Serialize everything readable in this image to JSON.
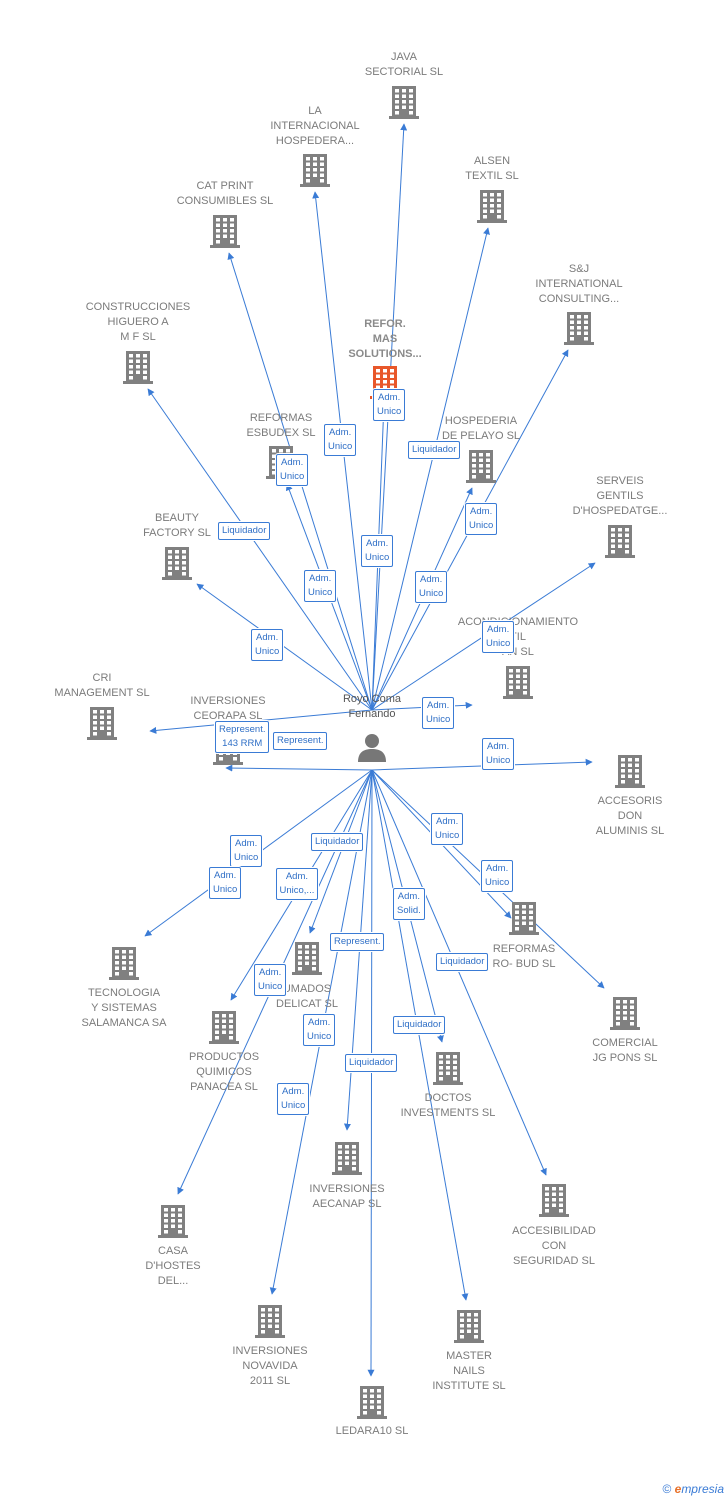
{
  "center": {
    "name": "Royo Coma\nFernando"
  },
  "colors": {
    "edge": "#3a7bd5",
    "building": "#808080",
    "focus": "#e8572a",
    "label": "#7b7b7b"
  },
  "footer": {
    "copyright": "©",
    "brand_first": "e",
    "brand_rest": "mpresia"
  },
  "nodes": [
    {
      "id": "java",
      "label": "JAVA\nSECTORIAL SL",
      "focus": false
    },
    {
      "id": "la_internacional",
      "label": "LA\nINTERNACIONAL\nHOSPEDERA...",
      "focus": false
    },
    {
      "id": "alsen",
      "label": "ALSEN\nTEXTIL SL",
      "focus": false
    },
    {
      "id": "cat_print",
      "label": "CAT PRINT\nCONSUMIBLES SL",
      "focus": false
    },
    {
      "id": "sj",
      "label": "S&J\nINTERNATIONAL\nCONSULTING...",
      "focus": false
    },
    {
      "id": "construcciones",
      "label": "CONSTRUCCIONES\nHIGUERO A\nM F SL",
      "focus": false
    },
    {
      "id": "refor_mas",
      "label": "REFOR.\nMAS\nSOLUTIONS...",
      "focus": true
    },
    {
      "id": "reformas_esbudex",
      "label": "REFORMAS\nESBUDEX  SL",
      "focus": false
    },
    {
      "id": "hospederia",
      "label": "HOSPEDERIA\nDE PELAYO  SL",
      "focus": false
    },
    {
      "id": "serveis",
      "label": "SERVEIS\nGENTILS\nD'HOSPEDATGE...",
      "focus": false
    },
    {
      "id": "beauty",
      "label": "BEAUTY\nFACTORY  SL",
      "focus": false
    },
    {
      "id": "acondicionamiento",
      "label": "ACONDICIONAMIENTO\nTIL\nAN SL",
      "focus": false
    },
    {
      "id": "cri",
      "label": "CRI\nMANAGEMENT SL",
      "focus": false
    },
    {
      "id": "ceorapa",
      "label": "INVERSIONES\nCEORAPA  SL",
      "focus": false
    },
    {
      "id": "accesoris",
      "label": "ACCESORIS\nDON\nALUMINIS SL",
      "focus": false
    },
    {
      "id": "reformas_bud",
      "label": "REFORMAS\nRO- BUD  SL",
      "focus": false
    },
    {
      "id": "tecnologia",
      "label": "TECNOLOGIA\nY SISTEMAS\nSALAMANCA SA",
      "focus": false
    },
    {
      "id": "ahumados",
      "label": "UMADOS\nDELICAT SL",
      "focus": false
    },
    {
      "id": "comercial",
      "label": "COMERCIAL\nJG PONS  SL",
      "focus": false
    },
    {
      "id": "productos",
      "label": "PRODUCTOS\nQUIMICOS\nPANACEA  SL",
      "focus": false
    },
    {
      "id": "doctos",
      "label": "DOCTOS\nINVESTMENTS SL",
      "focus": false
    },
    {
      "id": "aecanap",
      "label": "INVERSIONES\nAECANAP  SL",
      "focus": false
    },
    {
      "id": "accesibilidad",
      "label": "ACCESIBILIDAD\nCON\nSEGURIDAD SL",
      "focus": false
    },
    {
      "id": "casa",
      "label": "CASA\nD'HOSTES\nDEL...",
      "focus": false
    },
    {
      "id": "novavida",
      "label": "INVERSIONES\nNOVAVIDA\n2011 SL",
      "focus": false
    },
    {
      "id": "master",
      "label": "MASTER\nNAILS\nINSTITUTE SL",
      "focus": false
    },
    {
      "id": "ledara",
      "label": "LEDARA10 SL",
      "focus": false
    }
  ],
  "relations": [
    {
      "id": "r_refor",
      "label": "Adm.\nUnico"
    },
    {
      "id": "r_lainter",
      "label": "Adm.\nUnico"
    },
    {
      "id": "r_esbudex",
      "label": "Adm.\nUnico"
    },
    {
      "id": "r_hospederia_liq",
      "label": "Liquidador"
    },
    {
      "id": "r_hospederia",
      "label": "Adm.\nUnico"
    },
    {
      "id": "r_beauty",
      "label": "Liquidador"
    },
    {
      "id": "r_java",
      "label": "Adm.\nUnico"
    },
    {
      "id": "r_catprint",
      "label": "Adm.\nUnico"
    },
    {
      "id": "r_alsen",
      "label": "Adm.\nUnico"
    },
    {
      "id": "r_construcciones",
      "label": "Adm.\nUnico"
    },
    {
      "id": "r_serveis",
      "label": "Adm.\nUnico"
    },
    {
      "id": "r_acond",
      "label": "Adm.\nUnico"
    },
    {
      "id": "r_ceorapa_rep",
      "label": "Represent.\n143 RRM"
    },
    {
      "id": "r_represent",
      "label": "Represent."
    },
    {
      "id": "r_accesoris",
      "label": "Adm.\nUnico"
    },
    {
      "id": "r_reformasbud",
      "label": "Adm.\nUnico"
    },
    {
      "id": "r_comercial",
      "label": "Adm.\nUnico"
    },
    {
      "id": "r_liq_top",
      "label": "Liquidador"
    },
    {
      "id": "r_ceorapa_adm",
      "label": "Adm.\nUnico"
    },
    {
      "id": "r_tecnologia",
      "label": "Adm.\nUnico"
    },
    {
      "id": "r_unico_multi",
      "label": "Adm.\nUnico,..."
    },
    {
      "id": "r_solid",
      "label": "Adm.\nSolid."
    },
    {
      "id": "r_ahumados_rep",
      "label": "Represent."
    },
    {
      "id": "r_liq_mid",
      "label": "Liquidador"
    },
    {
      "id": "r_productos",
      "label": "Adm.\nUnico"
    },
    {
      "id": "r_aecanap",
      "label": "Adm.\nUnico"
    },
    {
      "id": "r_liq_doctos",
      "label": "Liquidador"
    },
    {
      "id": "r_liq_ledara",
      "label": "Liquidador"
    },
    {
      "id": "r_novavida",
      "label": "Adm.\nUnico"
    }
  ]
}
